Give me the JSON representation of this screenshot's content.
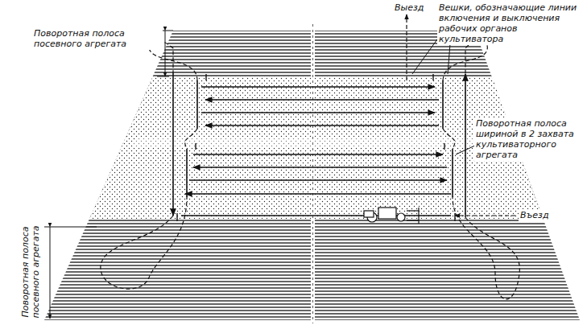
{
  "diagram": {
    "labels": [
      "Выезд",
      "Вешки, обозначающие линии включения и выключения рабочих органов культиватора",
      "Поворотная полоса посевного агрегата",
      "Поворотная полоса шириной в 2 захвата культиваторного агрегата",
      "Въезд",
      "Поворотная полоса посевного агрегата"
    ]
  }
}
